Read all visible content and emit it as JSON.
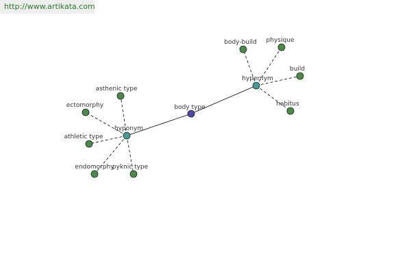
{
  "watermark": "http://www.artikata.com",
  "colors": {
    "central_node": "#4a4aa0",
    "hub_node": "#4a9a9a",
    "leaf_node": "#4a8a4a",
    "edge": "#000000"
  },
  "graph": {
    "central": "body type",
    "hypernym": {
      "label": "hypernym",
      "children": [
        "body-build",
        "physique",
        "build",
        "habitus"
      ]
    },
    "hyponym": {
      "label": "hyponym",
      "children": [
        "asthenic type",
        "ectomorphy",
        "athletic type",
        "endomorphy",
        "pyknic type"
      ]
    }
  }
}
